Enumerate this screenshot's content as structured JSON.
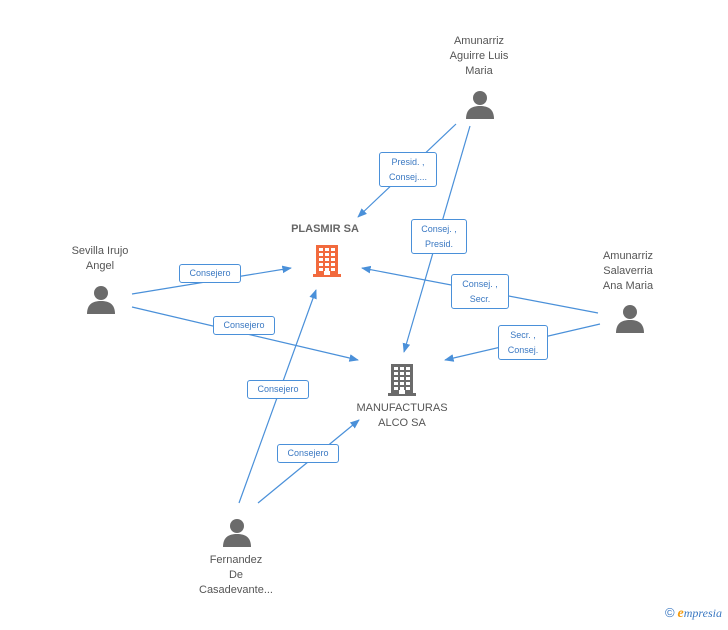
{
  "nodes": {
    "plasmir": {
      "name": "PLASMIR SA",
      "type": "company",
      "highlight": true
    },
    "alco": {
      "lines": [
        "MANUFACTURAS",
        "ALCO SA"
      ],
      "type": "company"
    },
    "aguirre": {
      "lines": [
        "Amunarriz",
        "Aguirre Luis",
        "Maria"
      ],
      "type": "person"
    },
    "sevilla": {
      "lines": [
        "Sevilla Irujo",
        "Angel"
      ],
      "type": "person"
    },
    "salaverria": {
      "lines": [
        "Amunarriz",
        "Salaverria",
        "Ana Maria"
      ],
      "type": "person"
    },
    "fernandez": {
      "lines": [
        "Fernandez",
        "De",
        "Casadevante..."
      ],
      "type": "person"
    }
  },
  "edges": [
    {
      "id": "e1",
      "from": "aguirre",
      "to": "plasmir",
      "label": [
        "Presid. ,",
        "Consej...."
      ]
    },
    {
      "id": "e2",
      "from": "aguirre",
      "to": "alco",
      "label": [
        "Consej. ,",
        "Presid."
      ]
    },
    {
      "id": "e3",
      "from": "sevilla",
      "to": "plasmir",
      "label": [
        "Consejero"
      ]
    },
    {
      "id": "e4",
      "from": "sevilla",
      "to": "alco",
      "label": [
        "Consejero"
      ]
    },
    {
      "id": "e5",
      "from": "salaverria",
      "to": "plasmir",
      "label": [
        "Consej. ,",
        "Secr."
      ]
    },
    {
      "id": "e6",
      "from": "salaverria",
      "to": "alco",
      "label": [
        "Secr. ,",
        "Consej."
      ]
    },
    {
      "id": "e7",
      "from": "fernandez",
      "to": "plasmir",
      "label": [
        "Consejero"
      ]
    },
    {
      "id": "e8",
      "from": "fernandez",
      "to": "alco",
      "label": [
        "Consejero"
      ]
    }
  ],
  "colors": {
    "edge": "#4a90d9",
    "company_highlight": "#f26a3d",
    "company": "#6b6b6b",
    "person": "#6b6b6b"
  },
  "icons": {
    "company": "building-icon",
    "person": "person-icon"
  },
  "brand": {
    "copyright": "©",
    "e_letter": "e",
    "rest": "mpresia"
  }
}
